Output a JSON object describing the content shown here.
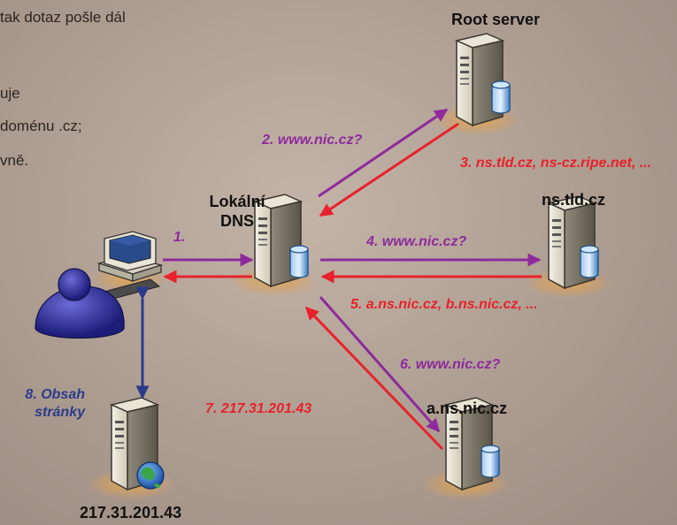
{
  "text_fragments": [
    "tak dotaz pošle dál",
    "uje",
    "doménu .cz;",
    "vně."
  ],
  "nodes": {
    "root_server": "Root server",
    "local_dns_line1": "Lokální",
    "local_dns_line2": "DNS",
    "tld_server": "ns.tld.cz",
    "auth_server": "a.ns.nic.cz",
    "web_server": "217.31.201.43"
  },
  "messages": {
    "m1": "1.",
    "m2": "2. www.nic.cz?",
    "m3": "3. ns.tld.cz, ns-cz.ripe.net, ...",
    "m4": "4. www.nic.cz?",
    "m5": "5. a.ns.nic.cz, b.ns.nic.cz, ...",
    "m6": "6. www.nic.cz?",
    "m7": "7. 217.31.201.43",
    "m8_line1": "8. Obsah",
    "m8_line2": "stránky"
  },
  "colors": {
    "query": "#8e2a9c",
    "response": "#e8212b",
    "content": "#2c3a8c",
    "background": "#b3a397"
  },
  "icons": [
    "computer-icon",
    "user-icon",
    "server-icon",
    "database-icon",
    "globe-icon"
  ]
}
